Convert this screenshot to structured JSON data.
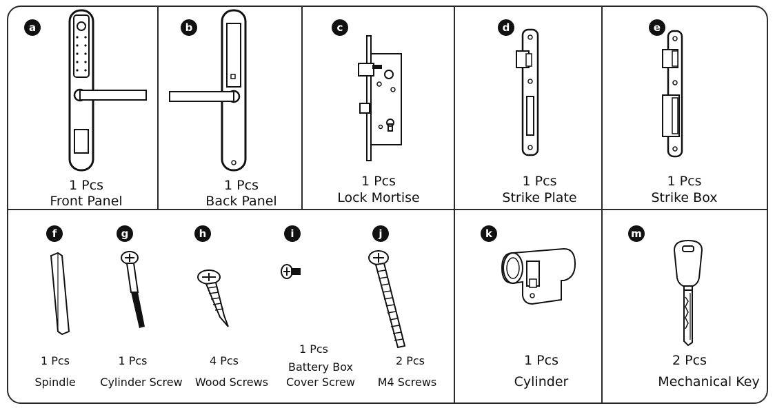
{
  "items": [
    {
      "letter": "a",
      "qty": "1 Pcs",
      "name": "Front Panel",
      "icon": "front-panel-icon"
    },
    {
      "letter": "b",
      "qty": "1 Pcs",
      "name": "Back Panel",
      "icon": "back-panel-icon"
    },
    {
      "letter": "c",
      "qty": "1 Pcs",
      "name": "Lock Mortise",
      "icon": "lock-mortise-icon"
    },
    {
      "letter": "d",
      "qty": "1 Pcs",
      "name": "Strike Plate",
      "icon": "strike-plate-icon"
    },
    {
      "letter": "e",
      "qty": "1 Pcs",
      "name": "Strike Box",
      "icon": "strike-box-icon"
    },
    {
      "letter": "f",
      "qty": "1 Pcs",
      "name": "Spindle",
      "icon": "spindle-icon"
    },
    {
      "letter": "g",
      "qty": "1 Pcs",
      "name": "Cylinder Screw",
      "icon": "cylinder-screw-icon"
    },
    {
      "letter": "h",
      "qty": "4 Pcs",
      "name": "Wood Screws",
      "icon": "wood-screw-icon"
    },
    {
      "letter": "i",
      "qty": "1 Pcs",
      "name_line1": "Battery Box",
      "name_line2": "Cover Screw",
      "icon": "battery-cover-screw-icon"
    },
    {
      "letter": "j",
      "qty": "2 Pcs",
      "name": "M4 Screws",
      "icon": "m4-screw-icon"
    },
    {
      "letter": "k",
      "qty": "1 Pcs",
      "name": "Cylinder",
      "icon": "cylinder-icon"
    },
    {
      "letter": "m",
      "qty": "2 Pcs",
      "name": "Mechanical Key",
      "icon": "mechanical-key-icon"
    }
  ],
  "colors": {
    "line": "#2a2a2a",
    "badge": "#111111"
  }
}
